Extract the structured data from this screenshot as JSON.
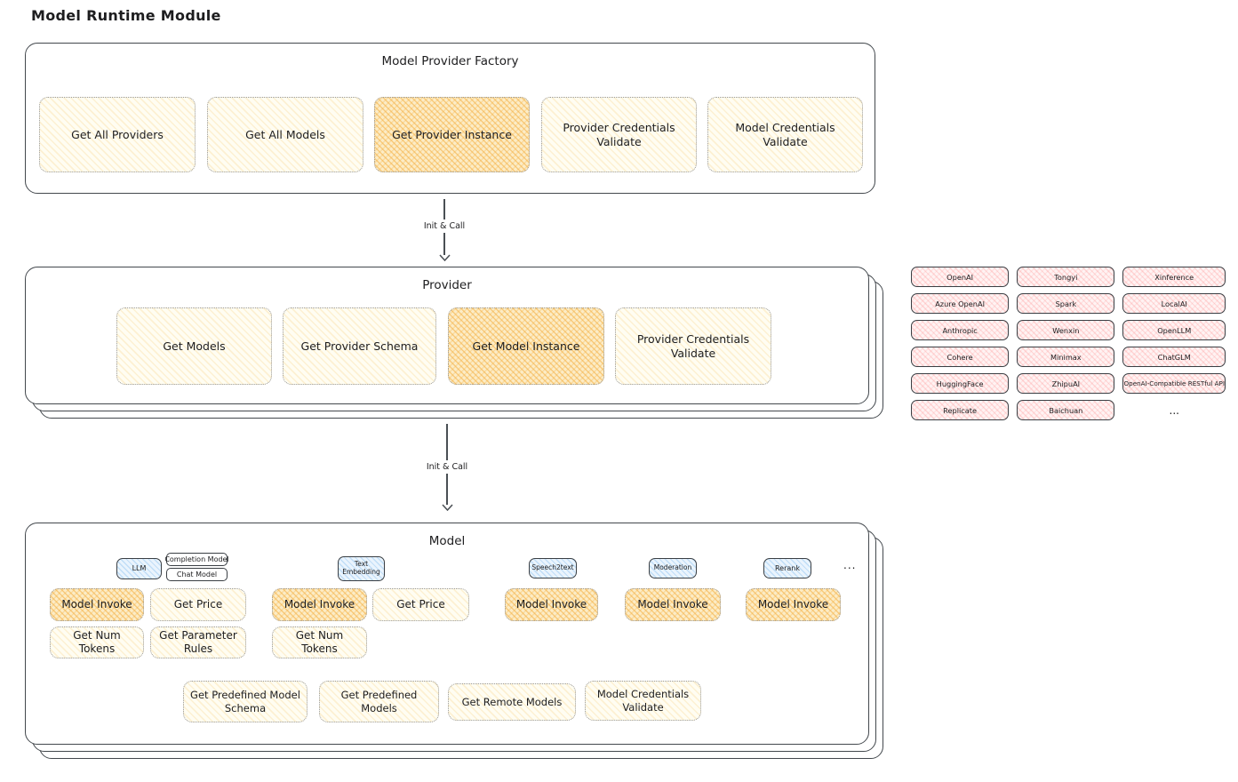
{
  "page": {
    "title": "Model Runtime Module"
  },
  "colors": {
    "box_border": "#43484d",
    "op_fill_light": "#fffdf2",
    "op_fill_highlight": "#f6c065",
    "provider_chip_fill": "#ffe9e9",
    "model_type_chip_fill": "#d4e9fb",
    "text": "#1d1d1f"
  },
  "factory": {
    "title": "Model Provider Factory",
    "boxes": [
      {
        "label": "Get All Providers"
      },
      {
        "label": "Get All Models"
      },
      {
        "label": "Get Provider Instance"
      },
      {
        "label": "Provider Credentials Validate"
      },
      {
        "label": "Model Credentials Validate"
      }
    ]
  },
  "arrows": {
    "label_1": "Init & Call",
    "label_2": "Init & Call"
  },
  "provider": {
    "title": "Provider",
    "boxes": [
      {
        "label": "Get Models"
      },
      {
        "label": "Get Provider Schema"
      },
      {
        "label": "Get Model Instance"
      },
      {
        "label": "Provider Credentials Validate"
      }
    ]
  },
  "provider_list": {
    "columns": [
      {
        "items": [
          "OpenAI",
          "Azure OpenAI",
          "Anthropic",
          "Cohere",
          "HuggingFace",
          "Replicate"
        ]
      },
      {
        "items": [
          "Tongyi",
          "Spark",
          "Wenxin",
          "Minimax",
          "ZhipuAI",
          "Baichuan"
        ]
      },
      {
        "items": [
          "Xinference",
          "LocalAI",
          "OpenLLM",
          "ChatGLM",
          "OpenAI-Compatible RESTful API"
        ],
        "more": "..."
      }
    ]
  },
  "model": {
    "title": "Model",
    "types": {
      "llm": "LLM",
      "completion": "Completion Model",
      "chat": "Chat Model",
      "text_embedding": "Text Embedding",
      "speech2text": "Speech2text",
      "moderation": "Moderation",
      "rerank": "Rerank"
    },
    "types_more": "...",
    "llm_ops": [
      "Model Invoke",
      "Get Price",
      "Get Num Tokens",
      "Get Parameter Rules"
    ],
    "embedding_ops": [
      "Model Invoke",
      "Get Price",
      "Get Num Tokens"
    ],
    "speech2text_op": "Model Invoke",
    "moderation_op": "Model Invoke",
    "rerank_op": "Model Invoke",
    "common_ops": [
      "Get Predefined Model Schema",
      "Get Predefined Models",
      "Get Remote Models",
      "Model Credentials Validate"
    ]
  }
}
